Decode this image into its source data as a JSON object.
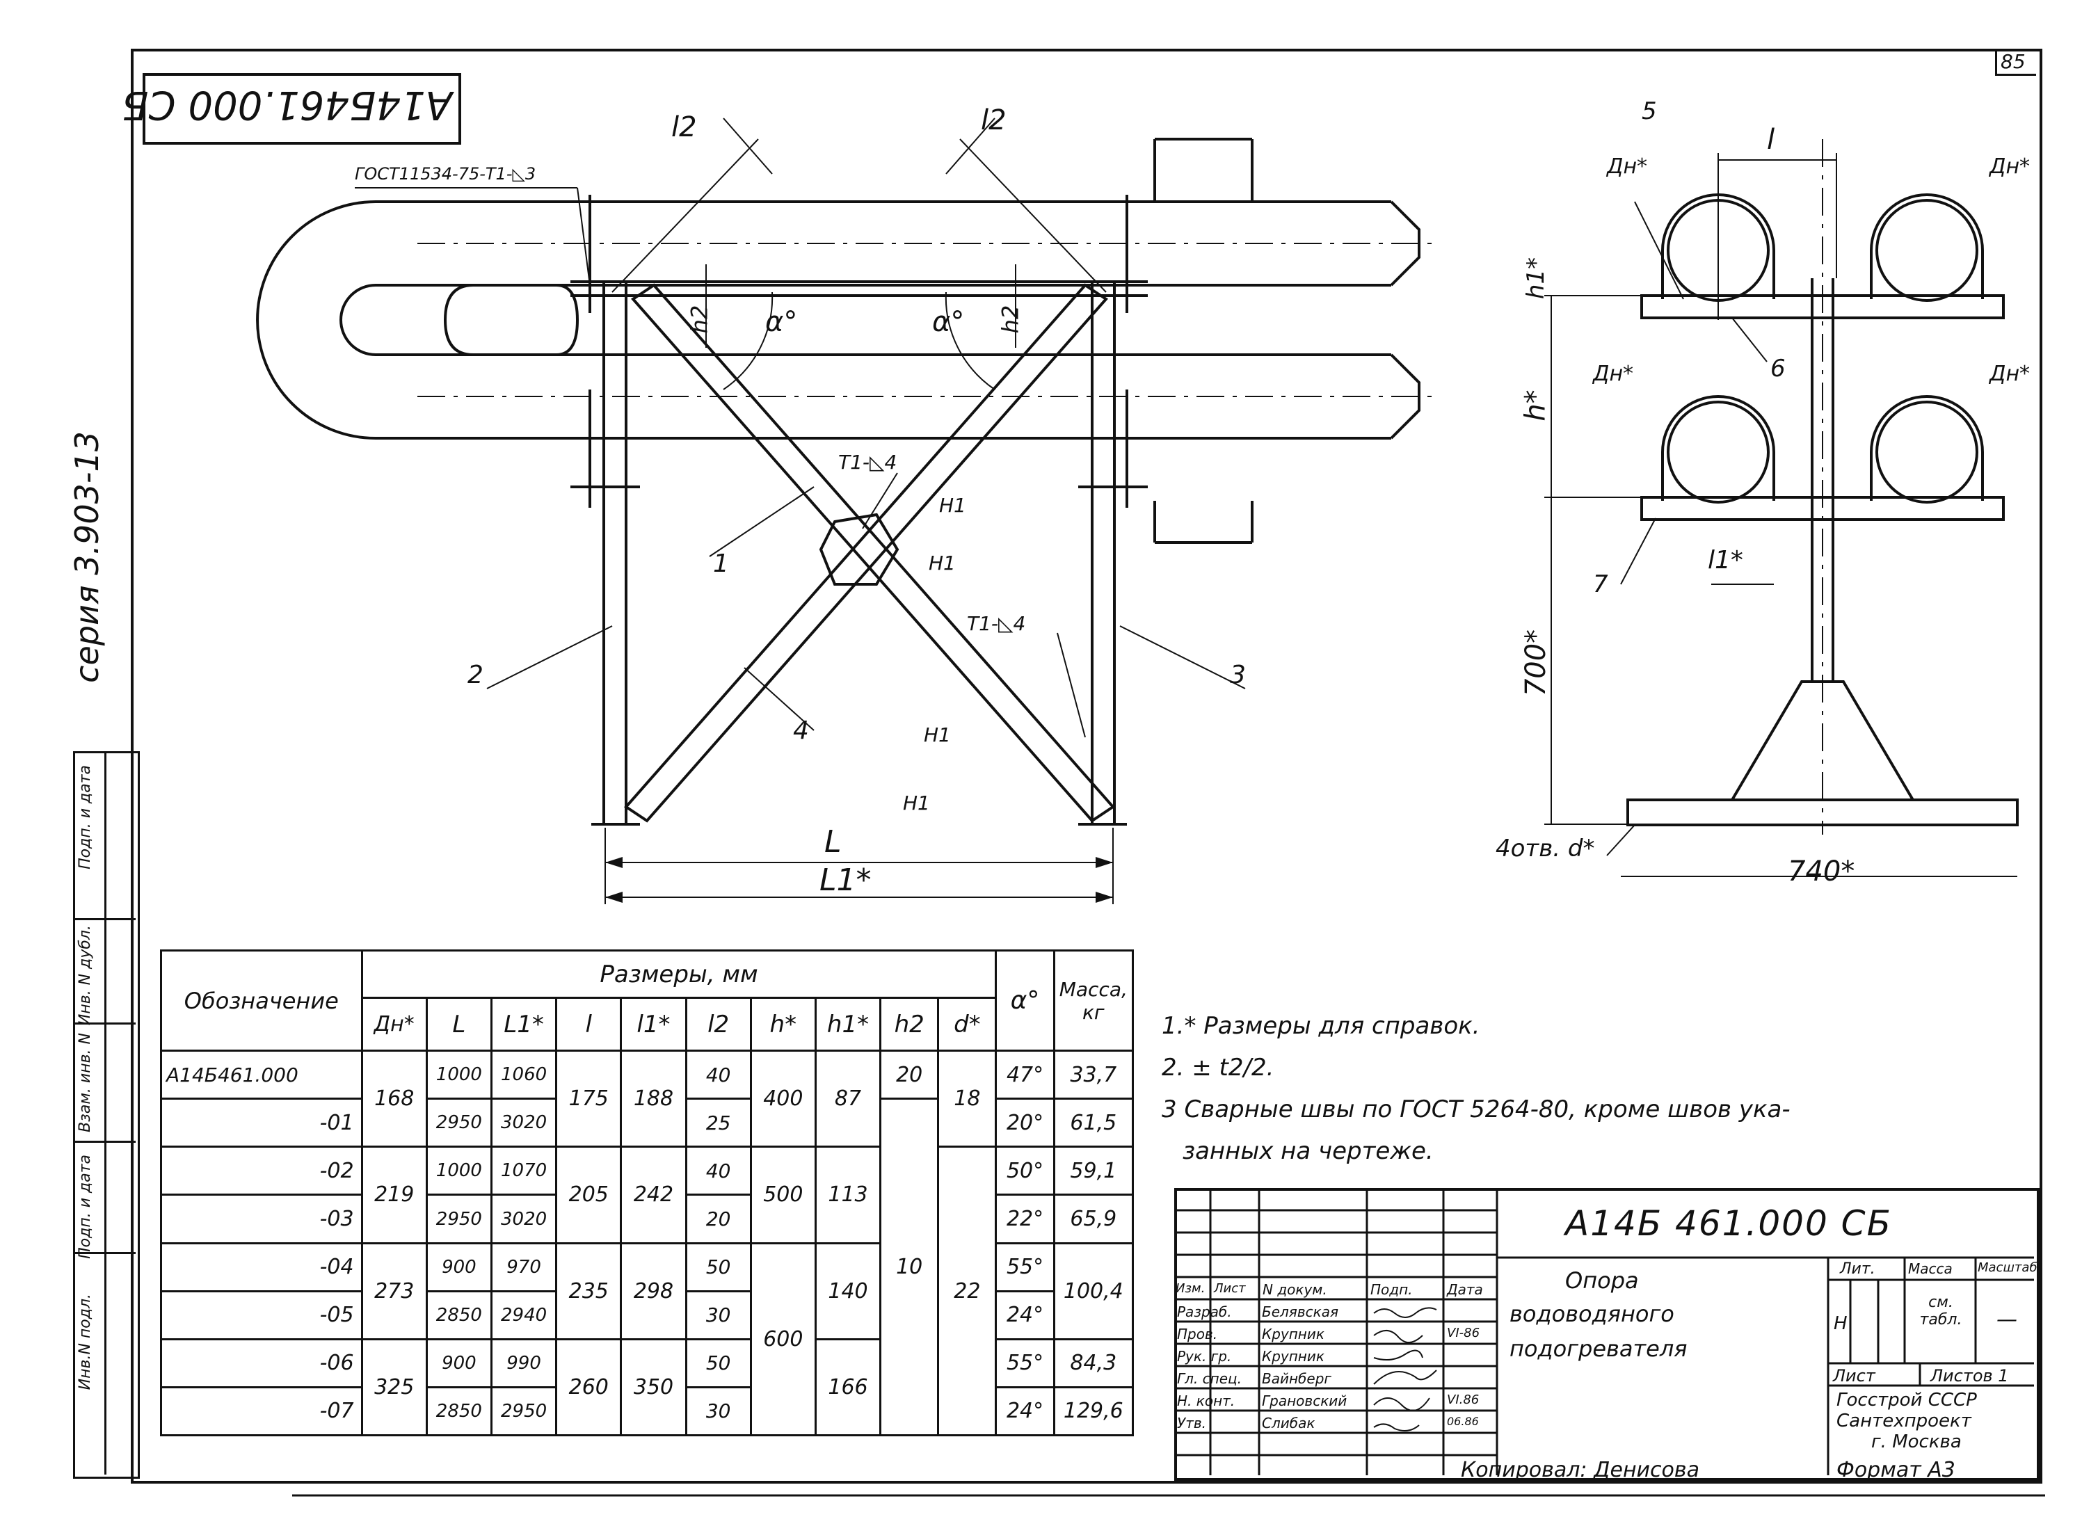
{
  "sheet": {
    "page_number": "85",
    "code_rotated": "А14Б461.000 СБ",
    "series": "серия 3.903-13",
    "side_stamp": [
      "Инв.N подл.",
      "Подп. и дата",
      "Взам. инв. N",
      "Инв. N дубл.",
      "Подп. и дата"
    ]
  },
  "drawing": {
    "gost_note": "ГОСТ11534-75-Т1-◺3",
    "weld_t1_1": "Т1-◺4",
    "weld_t1_2": "Т1-◺4",
    "weld_h1_a": "Н1",
    "weld_h1_b": "Н1",
    "weld_h1_c": "Н1",
    "weld_h1_d": "Н1",
    "dim_l2_left": "l2",
    "dim_l2_right": "l2",
    "dim_h2_left": "h2",
    "dim_h2_right": "h2",
    "angle_left": "α°",
    "angle_right": "α°",
    "dim_L": "L",
    "dim_L1": "L1*",
    "pos_1": "1",
    "pos_2": "2",
    "pos_3": "3",
    "pos_4": "4"
  },
  "side_view": {
    "dn_1": "Дн*",
    "dn_2": "Дн*",
    "dn_3": "Дн*",
    "dn_4": "Дн*",
    "dim_l": "l",
    "dim_l1": "l1*",
    "dim_h1": "h1*",
    "dim_h": "h*",
    "dim_700": "700*",
    "dim_740": "740*",
    "holes": "4отв. d*",
    "pos_5": "5",
    "pos_6": "6",
    "pos_7": "7"
  },
  "table": {
    "col_designation": "Обозначение",
    "group_header": "Размеры, мм",
    "col_alpha": "α°",
    "col_mass": "Масса, кг",
    "cols": [
      "Дн*",
      "L",
      "L1*",
      "l",
      "l1*",
      "l2",
      "h*",
      "h1*",
      "h2",
      "d*"
    ],
    "rows": [
      {
        "des": "А14Б461.000",
        "L": "1000",
        "L1": "1060",
        "l2": "40",
        "alpha": "47°",
        "mass": "33,7"
      },
      {
        "des": "-01",
        "L": "2950",
        "L1": "3020",
        "l2": "25",
        "alpha": "20°",
        "mass": "61,5"
      },
      {
        "des": "-02",
        "L": "1000",
        "L1": "1070",
        "l2": "40",
        "alpha": "50°",
        "mass": "59,1"
      },
      {
        "des": "-03",
        "L": "2950",
        "L1": "3020",
        "l2": "20",
        "alpha": "22°",
        "mass": "65,9"
      },
      {
        "des": "-04",
        "L": "900",
        "L1": "970",
        "l2": "50",
        "alpha": "55°",
        "mass": "100,4"
      },
      {
        "des": "-05",
        "L": "2850",
        "L1": "2940",
        "l2": "30",
        "alpha": "24°",
        "mass": ""
      },
      {
        "des": "-06",
        "L": "900",
        "L1": "990",
        "l2": "50",
        "alpha": "55°",
        "mass": "84,3"
      },
      {
        "des": "-07",
        "L": "2850",
        "L1": "2950",
        "l2": "30",
        "alpha": "24°",
        "mass": "129,6"
      }
    ],
    "dn": [
      "168",
      "219",
      "273",
      "325"
    ],
    "l": [
      "175",
      "205",
      "235",
      "260"
    ],
    "l1": [
      "188",
      "242",
      "298",
      "350"
    ],
    "h": [
      "400",
      "500",
      "600"
    ],
    "h1": [
      "87",
      "113",
      "140",
      "166"
    ],
    "h2": [
      "20",
      "10"
    ],
    "d": [
      "18",
      "22"
    ]
  },
  "notes": [
    "1.* Размеры для справок.",
    "2. ± t2/2.",
    "3 Сварные швы по ГОСТ 5264-80, кроме швов ука-",
    "занных на чертеже."
  ],
  "title_block": {
    "code": "А14Б 461.000 СБ",
    "title_l1": "Опора",
    "title_l2": "водоводяного",
    "title_l3": "подогревателя",
    "hdr_izm": "Изм.",
    "hdr_list": "Лист",
    "hdr_doc": "N докум.",
    "hdr_sign": "Подп.",
    "hdr_date": "Дата",
    "roles": [
      "Разраб.",
      "Пров.",
      "Рук. гр.",
      "Гл. спец.",
      "Н. конт.",
      "Утв."
    ],
    "names": [
      "Белявская",
      "Крупник",
      "Крупник",
      "Вайнберг",
      "Грановский",
      "Слибак"
    ],
    "dates": [
      "",
      "VI-86",
      "",
      "",
      "VI.86",
      "06.86"
    ],
    "lit": "Лит.",
    "mass": "Масса",
    "scale": "Масштаб",
    "lit_val": "Н",
    "mass_val": "см. табл.",
    "scale_val": "—",
    "sheet": "Лист",
    "sheets": "Листов 1",
    "org_1": "Госстрой СССР",
    "org_2": "Сантехпроект",
    "org_3": "г. Москва",
    "copied": "Копировал: Денисова",
    "format": "Формат А3"
  }
}
